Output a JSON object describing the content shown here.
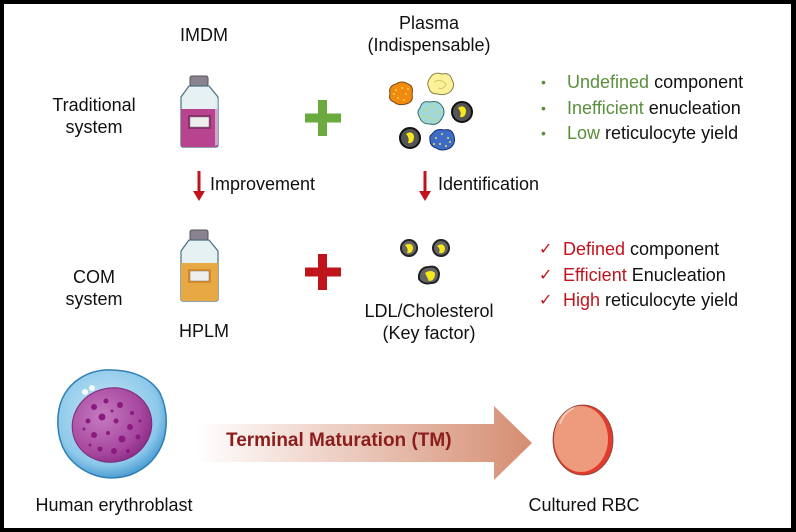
{
  "rows": {
    "traditional": {
      "label_line1": "Traditional",
      "label_line2": "system"
    },
    "com": {
      "label_line1": "COM",
      "label_line2": "system"
    }
  },
  "media": {
    "imdm": {
      "label": "IMDM",
      "color": "#b8448f"
    },
    "hplm": {
      "label": "HPLM",
      "color": "#e8a844"
    }
  },
  "supplements": {
    "plasma": {
      "label_line1": "Plasma",
      "label_line2": "(Indispensable)"
    },
    "ldl": {
      "label_line1": "LDL/Cholesterol",
      "label_line2": "(Key factor)"
    }
  },
  "operators": {
    "plus_green": {
      "symbol": "+",
      "color": "#6aaa3f"
    },
    "plus_red": {
      "symbol": "+",
      "color": "#c0141c"
    }
  },
  "transitions": {
    "improvement": "Improvement",
    "identification": "Identification"
  },
  "traditional_drawbacks": {
    "marker": "•",
    "items": [
      {
        "highlight": "Undefined",
        "rest": " component"
      },
      {
        "highlight": "Inefficient",
        "rest": " enucleation"
      },
      {
        "highlight": "Low",
        "rest": " reticulocyte yield"
      }
    ]
  },
  "com_advantages": {
    "marker": "✓",
    "items": [
      {
        "highlight": "Defined",
        "rest": " component"
      },
      {
        "highlight": "Efficient",
        "rest": " Enucleation"
      },
      {
        "highlight": "High",
        "rest": " reticulocyte yield"
      }
    ]
  },
  "maturation": {
    "start_label": "Human erythroblast",
    "arrow_label": "Terminal Maturation (TM)",
    "end_label": "Cultured RBC"
  }
}
